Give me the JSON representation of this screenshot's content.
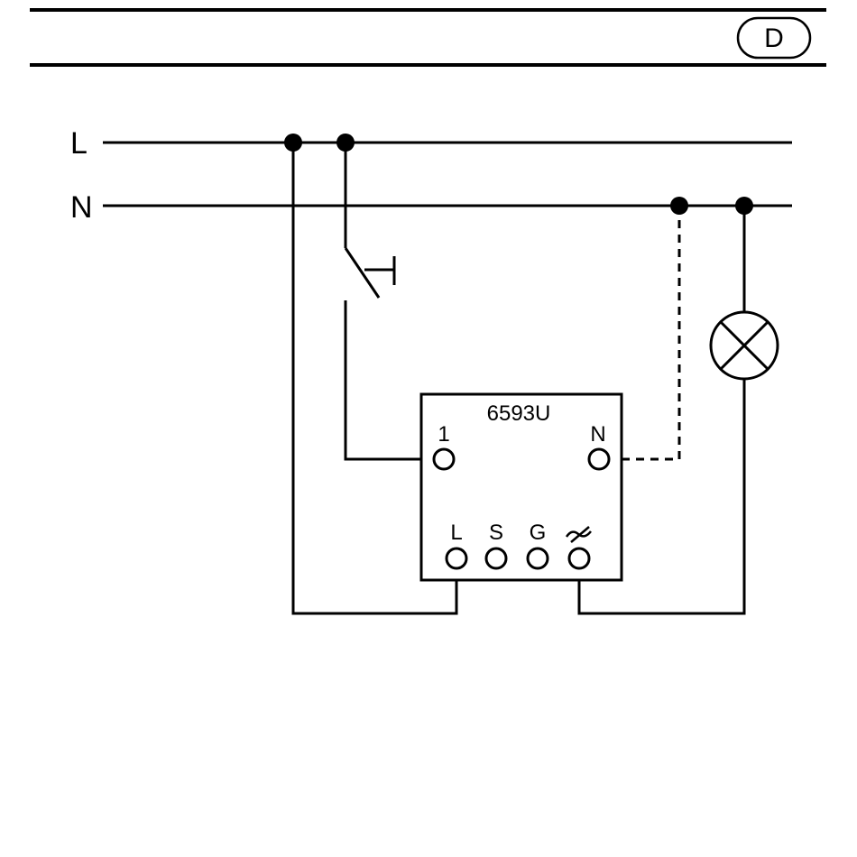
{
  "header": {
    "badge": "D"
  },
  "lines": {
    "live": "L",
    "neutral": "N"
  },
  "device": {
    "model": "6593U",
    "terminals": {
      "input": "1",
      "neutral": "N",
      "live": "L",
      "s": "S",
      "g": "G"
    },
    "output_symbol_icon": "dimmer-output-icon"
  },
  "components": {
    "lamp_icon": "lamp-icon",
    "switch_icon": "push-button-switch-icon"
  }
}
